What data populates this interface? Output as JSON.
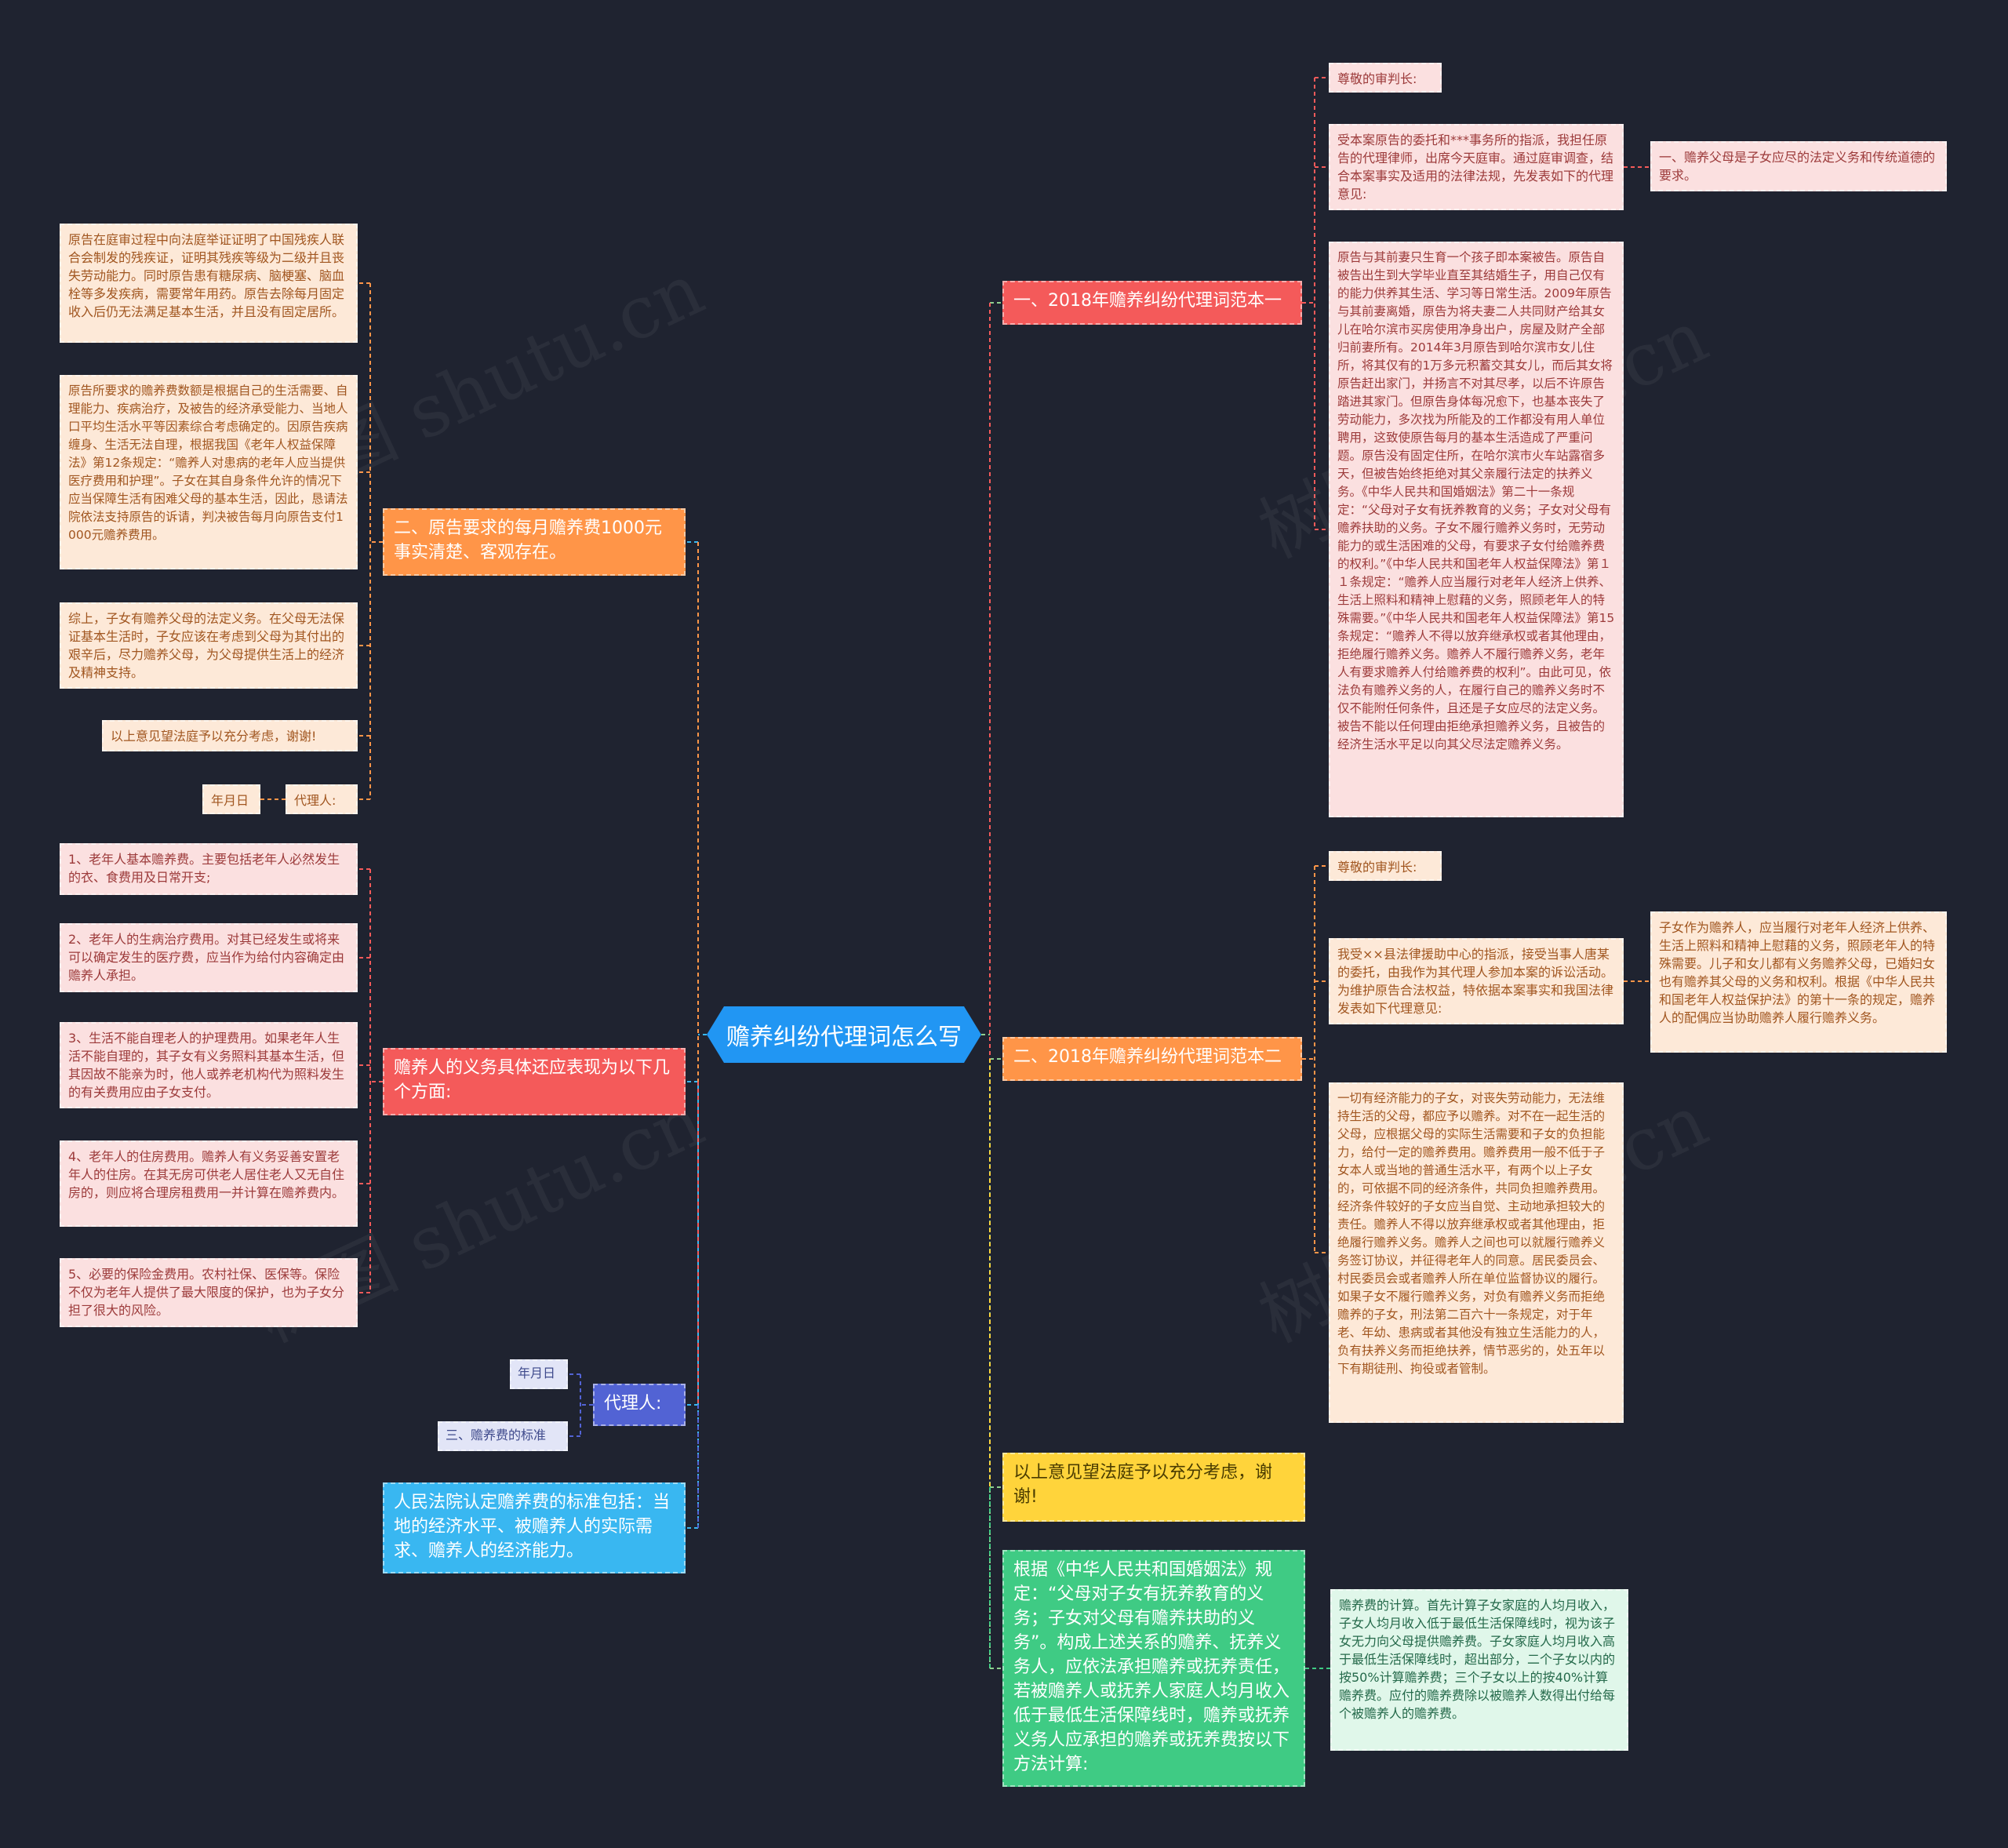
{
  "central": {
    "title": "赡养纠纷代理词怎么写"
  },
  "right": {
    "branch1": {
      "label": "一、2018年赡养纠纷代理词范本一",
      "greeting": "尊敬的审判长:",
      "intro": "受本案原告的委托和***事务所的指派，我担任原告的代理律师，出席今天庭审。通过庭审调查，结合本案事实及适用的法律法规，先发表如下的代理意见:",
      "intro_child": "一、赡养父母是子女应尽的法定义务和传统道德的要求。",
      "facts": "原告与其前妻只生育一个孩子即本案被告。原告自被告出生到大学毕业直至其结婚生子，用自己仅有的能力供养其生活、学习等日常生活。2009年原告与其前妻离婚，原告为将夫妻二人共同财产给其女儿在哈尔滨市买房使用净身出户，房屋及财产全部归前妻所有。2014年3月原告到哈尔滨市女儿住所，将其仅有的1万多元积蓄交其女儿，而后其女将原告赶出家门，并扬言不对其尽孝，以后不许原告踏进其家门。但原告身体每况愈下，也基本丧失了劳动能力，多次找为所能及的工作都没有用人单位聘用，这致使原告每月的基本生活造成了严重问题。原告没有固定住所，在哈尔滨市火车站露宿多天，但被告始终拒绝对其父亲履行法定的扶养义务。《中华人民共和国婚姻法》第二十一条规定：“父母对子女有抚养教育的义务；子女对父母有赡养扶助的义务。子女不履行赡养义务时，无劳动能力的或生活困难的父母，有要求子女付给赡养费的权利。”《中华人民共和国老年人权益保障法》第１１条规定：“赡养人应当履行对老年人经济上供养、生活上照料和精神上慰藉的义务，照顾老年人的特殊需要。”《中华人民共和国老年人权益保障法》第15条规定：“赡养人不得以放弃继承权或者其他理由，拒绝履行赡养义务。赡养人不履行赡养义务，老年人有要求赡养人付给赡养费的权利”。由此可见，依法负有赡养义务的人，在履行自己的赡养义务时不仅不能附任何条件，且还是子女应尽的法定义务。被告不能以任何理由拒绝承担赡养义务，且被告的经济生活水平足以向其父尽法定赡养义务。"
    },
    "branch2": {
      "label": "二、2018年赡养纠纷代理词范本二",
      "greeting": "尊敬的审判长:",
      "intro": "我受××县法律援助中心的指派，接受当事人唐某的委托，由我作为其代理人参加本案的诉讼活动。为维护原告合法权益，特依据本案事实和我国法律发表如下代理意见:",
      "intro_child": "子女作为赡养人，应当履行对老年人经济上供养、生活上照料和精神上慰藉的义务，照顾老年人的特殊需要。儿子和女儿都有义务赡养父母，已婚妇女也有赡养其父母的义务和权利。根据《中华人民共和国老年人权益保护法》的第十一条的规定，赡养人的配偶应当协助赡养人履行赡养义务。",
      "body": "一切有经济能力的子女，对丧失劳动能力，无法维持生活的父母，都应予以赡养。对不在一起生活的父母，应根据父母的实际生活需要和子女的负担能力，给付一定的赡养费用。赡养费用一般不低于子女本人或当地的普通生活水平，有两个以上子女的，可依据不同的经济条件，共同负担赡养费用。经济条件较好的子女应当自觉、主动地承担较大的责任。赡养人不得以放弃继承权或者其他理由，拒绝履行赡养义务。赡养人之间也可以就履行赡养义务签订协议，并征得老年人的同意。居民委员会、村民委员会或者赡养人所在单位监督协议的履行。如果子女不履行赡养义务，对负有赡养义务而拒绝赡养的子女，刑法第二百六十一条规定，对于年老、年幼、患病或者其他没有独立生活能力的人，负有扶养义务而拒绝扶养，情节恶劣的，处五年以下有期徒刑、拘役或者管制。"
    },
    "branch3": {
      "label": "以上意见望法庭予以充分考虑，谢谢!"
    },
    "branch4": {
      "label": "根据《中华人民共和国婚姻法》规定：“父母对子女有抚养教育的义务；子女对父母有赡养扶助的义务”。构成上述关系的赡养、抚养义务人，应依法承担赡养或抚养责任，若被赡养人或抚养人家庭人均月收入低于最低生活保障线时，赡养或抚养义务人应承担的赡养或抚养费按以下方法计算:",
      "child": "赡养费的计算。首先计算子女家庭的人均月收入，子女人均月收入低于最低生活保障线时，视为该子女无力向父母提供赡养费。子女家庭人均月收入高于最低生活保障线时，超出部分，二个子女以内的按50%计算赡养费；三个子女以上的按40%计算赡养费。应付的赡养费除以被赡养人数得出付给每个被赡养人的赡养费。"
    }
  },
  "left": {
    "branch1": {
      "label": "二、原告要求的每月赡养费1000元事实清楚、客观存在。",
      "items": [
        "原告在庭审过程中向法庭举证证明了中国残疾人联合会制发的残疾证，证明其残疾等级为二级并且丧失劳动能力。同时原告患有糖尿病、脑梗塞、脑血栓等多发疾病，需要常年用药。原告去除每月固定收入后仍无法满足基本生活，并且没有固定居所。",
        "原告所要求的赡养费数额是根据自己的生活需要、自理能力、疾病治疗，及被告的经济承受能力、当地人口平均生活水平等因素综合考虑确定的。因原告疾病缠身、生活无法自理，根据我国《老年人权益保障法》第12条规定：“赡养人对患病的老年人应当提供医疗费用和护理”。子女在其自身条件允许的情况下应当保障生活有困难父母的基本生活，因此，恳请法院依法支持原告的诉请，判决被告每月向原告支付1000元赡养费用。",
        "综上，子女有赡养父母的法定义务。在父母无法保证基本生活时，子女应该在考虑到父母为其付出的艰辛后，尽力赡养父母，为父母提供生活上的经济及精神支持。",
        "以上意见望法庭予以充分考虑，谢谢!"
      ],
      "agent": "代理人:",
      "date": "年月日"
    },
    "branch2": {
      "label": "赡养人的义务具体还应表现为以下几个方面:",
      "items": [
        "1、老年人基本赡养费。主要包括老年人必然发生的衣、食费用及日常开支;",
        "2、老年人的生病治疗费用。对其已经发生或将来可以确定发生的医疗费，应当作为给付内容确定由赡养人承担。",
        "3、生活不能自理老人的护理费用。如果老年人生活不能自理的，其子女有义务照料其基本生活，但其因故不能亲为时，他人或养老机构代为照料发生的有关费用应由子女支付。",
        "4、老年人的住房费用。赡养人有义务妥善安置老年人的住房。在其无房可供老人居住老人又无自住房的，则应将合理房租费用一并计算在赡养费内。",
        "5、必要的保险金费用。农村社保、医保等。保险不仅为老年人提供了最大限度的保护，也为子女分担了很大的风险。"
      ]
    },
    "branch3": {
      "label": "代理人:",
      "items": [
        "年月日",
        "三、赡养费的标准"
      ]
    },
    "branch4": {
      "label": "人民法院认定赡养费的标准包括：当地的经济水平、被赡养人的实际需求、赡养人的经济能力。"
    }
  },
  "watermark": "树图 shutu.cn",
  "colors": {
    "background": "#1f2330",
    "central": "#2196f3",
    "red": "#f45a5a",
    "orange": "#ff9548",
    "yellow": "#ffd43b",
    "green": "#3fcb84",
    "indigo": "#5263d4",
    "sky": "#39b7f1"
  }
}
